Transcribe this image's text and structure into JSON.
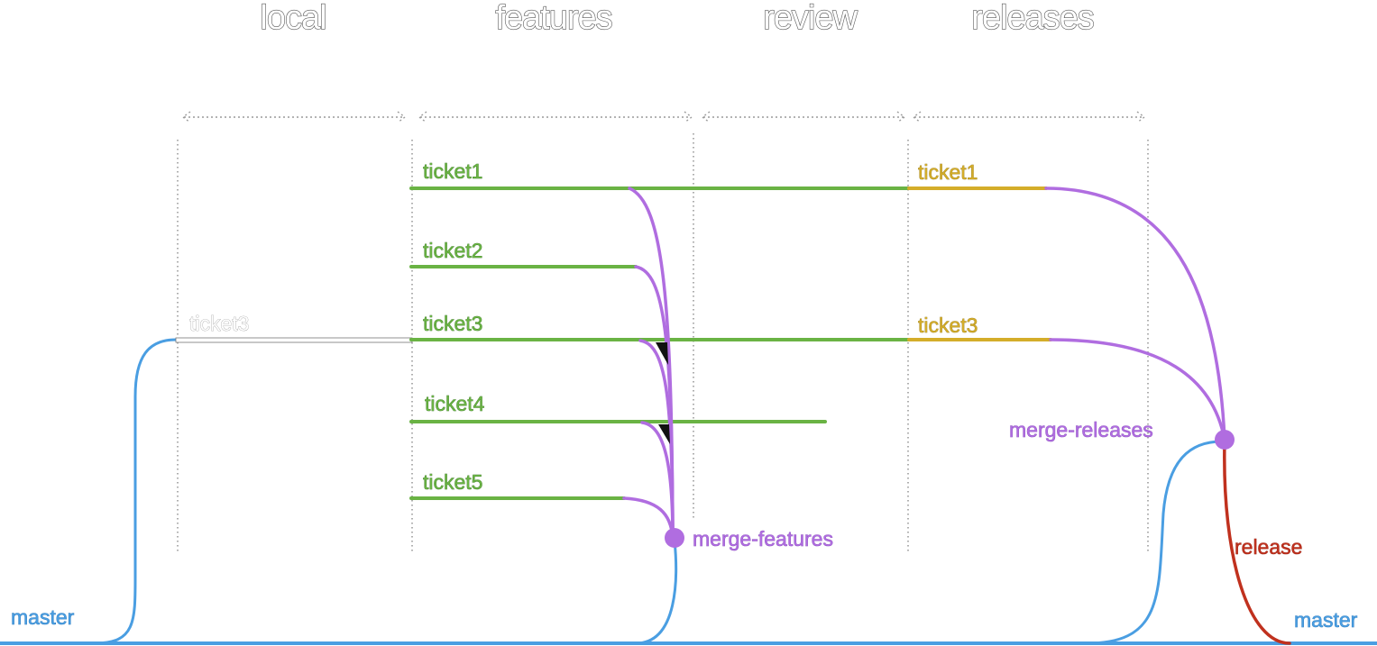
{
  "stages": {
    "local": "local",
    "features": "features",
    "review": "review",
    "releases": "releases"
  },
  "branches": {
    "local_ticket3": "ticket3",
    "feature_ticket1": "ticket1",
    "feature_ticket2": "ticket2",
    "feature_ticket3": "ticket3",
    "feature_ticket4": "ticket4",
    "feature_ticket5": "ticket5",
    "release_ticket1": "ticket1",
    "release_ticket3": "ticket3"
  },
  "merges": {
    "merge_features": "merge-features",
    "merge_releases": "merge-releases",
    "release": "release"
  },
  "master": {
    "left": "master",
    "right": "master"
  },
  "colors": {
    "master": "#4a9ee2",
    "feature": "#6ab344",
    "feature_text": "#3c8a22",
    "release_branch": "#d4ad2a",
    "merge": "#b06de0",
    "release": "#c0311e",
    "local_branch": "#999999"
  }
}
